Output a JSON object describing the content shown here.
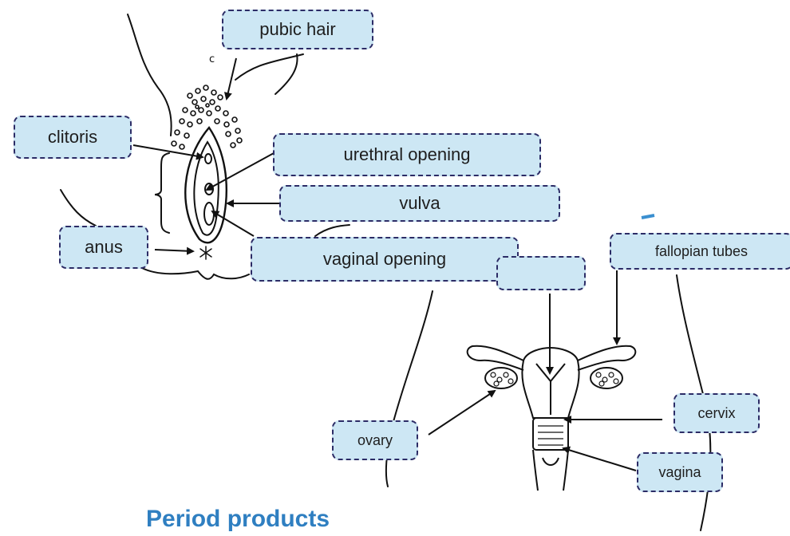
{
  "labels": {
    "pubic_hair": "pubic hair",
    "clitoris": "clitoris",
    "urethral_opening": "urethral opening",
    "vulva": "vulva",
    "anus": "anus",
    "vaginal_opening": "vaginal opening",
    "fallopian_tubes": "fallopian tubes",
    "ovary": "ovary",
    "cervix": "cervix",
    "vagina": "vagina"
  },
  "section_heading": "Period products",
  "colors": {
    "label_fill": "#cde7f4",
    "label_border": "#2c2c66",
    "heading": "#2f7fc1",
    "lines": "#111111"
  }
}
